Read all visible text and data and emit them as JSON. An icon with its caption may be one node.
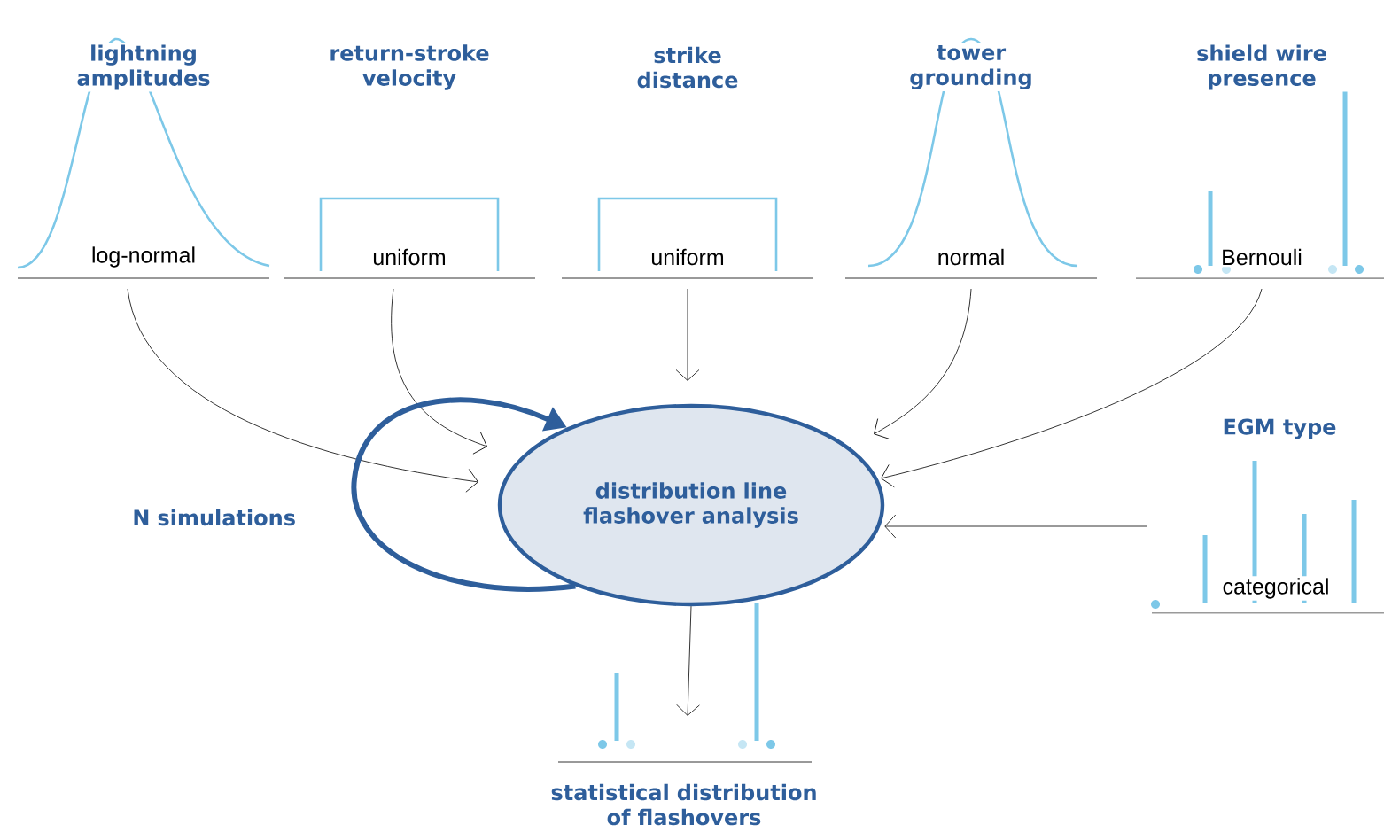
{
  "diagram": {
    "nodes": [
      {
        "text": [
          "lightning amplitudes",
          "log-normal"
        ]
      },
      {
        "text": [
          "return-stroke velocity",
          "uniform"
        ]
      },
      {
        "text": [
          "strike distance",
          "uniform"
        ]
      },
      {
        "text": [
          "tower grounding",
          "normal"
        ]
      },
      {
        "text": [
          "shield wire presence",
          "Bernouli"
        ]
      },
      {
        "text": [
          "EGM type",
          "categorical"
        ]
      },
      {
        "text": [
          "distribution line flashover analysis"
        ]
      },
      {
        "text": [
          "statistical distribution of flashovers"
        ]
      }
    ],
    "edges": [
      {
        "from": 0,
        "to": 6,
        "arrow": "to"
      },
      {
        "from": 1,
        "to": 6,
        "arrow": "to"
      },
      {
        "from": 2,
        "to": 6,
        "arrow": "to"
      },
      {
        "from": 3,
        "to": 6,
        "arrow": "to"
      },
      {
        "from": 4,
        "to": 6,
        "arrow": "to"
      },
      {
        "from": 5,
        "to": 6,
        "arrow": "to"
      },
      {
        "from": 6,
        "to": 7,
        "arrow": "to"
      },
      {
        "from": 6,
        "to": 6,
        "arrow": "to",
        "label": "N simulations",
        "style": "thick",
        "color": "#2e5e9b"
      }
    ]
  }
}
